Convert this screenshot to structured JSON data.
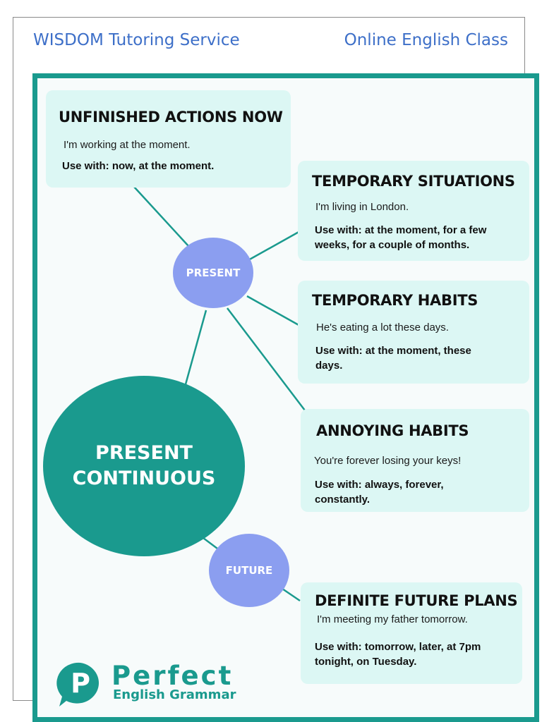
{
  "header": {
    "left": "WISDOM Tutoring Service",
    "right": "Online English Class"
  },
  "colors": {
    "teal": "#1a9a8e",
    "node_purple": "#8b9ef0",
    "box_bg": "#dcf7f4",
    "header_blue": "#3d6fc8"
  },
  "nodes": {
    "center": "PRESENT CONTINUOUS",
    "present": "PRESENT",
    "future": "FUTURE"
  },
  "boxes": [
    {
      "title": "UNFINISHED ACTIONS NOW",
      "example": "I'm working at the moment.",
      "use": "Use with: now, at the moment."
    },
    {
      "title": "TEMPORARY SITUATIONS",
      "example": "I'm living in London.",
      "use": "Use with: at the moment, for a few weeks, for a couple of months."
    },
    {
      "title": "TEMPORARY HABITS",
      "example": "He's eating a lot these days.",
      "use": "Use with: at the moment, these days."
    },
    {
      "title": "ANNOYING HABITS",
      "example": "You're forever losing your keys!",
      "use": "Use with: always, forever, constantly."
    },
    {
      "title": "DEFINITE FUTURE PLANS",
      "example": "I'm meeting my father tomorrow.",
      "use": "Use with: tomorrow, later, at 7pm tonight, on Tuesday."
    }
  ],
  "logo": {
    "letter": "P",
    "word1": "Perfect",
    "word2": "English Grammar"
  }
}
